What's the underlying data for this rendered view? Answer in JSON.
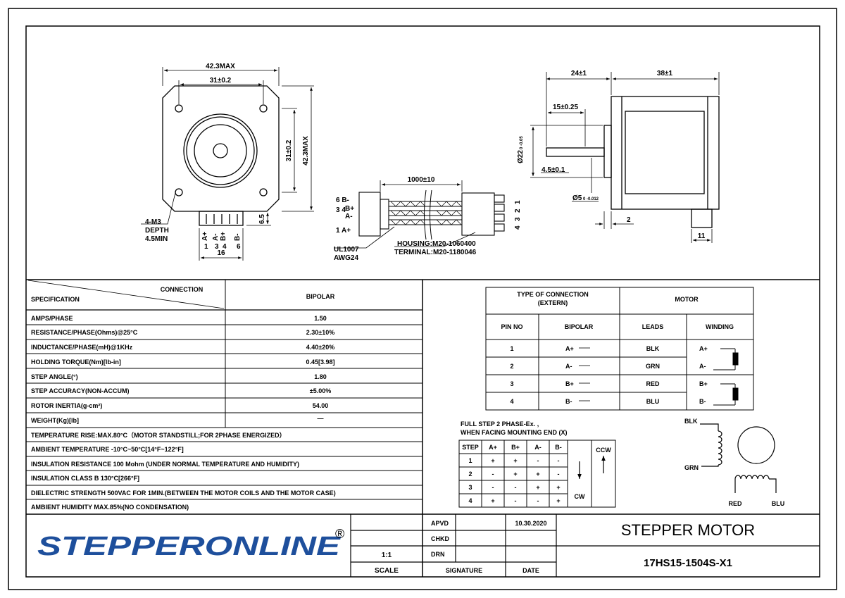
{
  "front_view": {
    "width_max": "42.3MAX",
    "hole_spacing": "31±0.2",
    "hole_spacing_v": "31±0.2",
    "height_max": "42.3MAX",
    "connector_offset": "6.5",
    "connector_width": "16",
    "connector_pins": [
      {
        "label": "A+",
        "num": "1"
      },
      {
        "label": "A-",
        "num": "3"
      },
      {
        "label": "B+",
        "num": "4"
      },
      {
        "label": "B-",
        "num": "6"
      }
    ],
    "screw_note": [
      "4-M3",
      "DEPTH",
      "4.5MIN"
    ]
  },
  "cable": {
    "length": "1000±10",
    "left_labels": [
      "6 B-",
      "3 4",
      "B+",
      "A-",
      "1 A+"
    ],
    "right_nums": [
      "1",
      "2",
      "3",
      "4"
    ],
    "wire_note": [
      "UL1007",
      "AWG24"
    ],
    "housing_note": "HOUSING:M20-1060400",
    "terminal_note": "TERMINAL:M20-1180046"
  },
  "side_view": {
    "shaft_total": "24±1",
    "body_length": "38±1",
    "flat_length": "15±0.25",
    "flat_depth": "4.5±0.1",
    "boss_dia": "Ø22",
    "boss_tol": "0 -0.05",
    "shaft_dia": "Ø5",
    "shaft_tol": "0 -0.012",
    "flange": "2",
    "connector_len": "11"
  },
  "spec_table": {
    "header_connection": "CONNECTION",
    "header_spec": "SPECIFICATION",
    "header_bipolar": "BIPOLAR",
    "rows": [
      {
        "name": "AMPS/PHASE",
        "value": "1.50"
      },
      {
        "name": "RESISTANCE/PHASE(Ohms)@25°C",
        "value": "2.30±10%"
      },
      {
        "name": "INDUCTANCE/PHASE(mH)@1KHz",
        "value": "4.40±20%"
      },
      {
        "name": "HOLDING TORQUE(Nm)[lb-in]",
        "value": "0.45[3.98]"
      },
      {
        "name": "STEP ANGLE(°)",
        "value": "1.80"
      },
      {
        "name": "STEP ACCURACY(NON-ACCUM)",
        "value": "±5.00%"
      },
      {
        "name": "ROTOR INERTIA(g-cm²)",
        "value": "54.00"
      },
      {
        "name": "WEIGHT(Kg)[lb]",
        "value": "—"
      }
    ],
    "notes": [
      "TEMPERATURE RISE:MAX.80°C（MOTOR STANDSTILL;FOR 2PHASE ENERGIZED）",
      "AMBIENT TEMPERATURE -10°C~50°C[14°F~122°F]",
      "INSULATION RESISTANCE 100 Mohm (UNDER NORMAL TEMPERATURE AND HUMIDITY)",
      "INSULATION CLASS B 130°C[266°F]",
      "DIELECTRIC STRENGTH 500VAC FOR 1MIN.(BETWEEN THE MOTOR COILS AND THE MOTOR CASE)",
      "AMBIENT HUMIDITY MAX.85%(NO CONDENSATION)"
    ]
  },
  "connection_table": {
    "type_header": "TYPE OF CONNECTION",
    "type_sub": "(EXTERN)",
    "motor_header": "MOTOR",
    "col_pin": "PIN NO",
    "col_bipolar": "BIPOLAR",
    "col_leads": "LEADS",
    "col_winding": "WINDING",
    "rows": [
      {
        "pin": "1",
        "bipolar": "A+",
        "lead": "BLK",
        "winding": "A+"
      },
      {
        "pin": "2",
        "bipolar": "A-",
        "lead": "GRN",
        "winding": "A-"
      },
      {
        "pin": "3",
        "bipolar": "B+",
        "lead": "RED",
        "winding": "B+"
      },
      {
        "pin": "4",
        "bipolar": "B-",
        "lead": "BLU",
        "winding": "B-"
      }
    ]
  },
  "step_table": {
    "title1": "FULL STEP  2 PHASE-Ex. ,",
    "title2": "WHEN FACING MOUNTING END (X)",
    "headers": [
      "STEP",
      "A+",
      "B+",
      "A-",
      "B-"
    ],
    "rows": [
      [
        "1",
        "+",
        "+",
        "-",
        "-"
      ],
      [
        "2",
        "-",
        "+",
        "+",
        "-"
      ],
      [
        "3",
        "-",
        "-",
        "+",
        "+"
      ],
      [
        "4",
        "+",
        "-",
        "-",
        "+"
      ]
    ],
    "ccw": "CCW",
    "cw": "CW"
  },
  "wiring": {
    "blk": "BLK",
    "grn": "GRN",
    "red": "RED",
    "blu": "BLU"
  },
  "title_block": {
    "brand": "STEPPERONLINE",
    "registered": "®",
    "scale_value": "1:1",
    "scale_label": "SCALE",
    "apvd": "APVD",
    "chkd": "CHKD",
    "drn": "DRN",
    "signature": "SIGNATURE",
    "date_label": "DATE",
    "date_value": "10.30.2020",
    "title": "STEPPER MOTOR",
    "part_no": "17HS15-1504S-X1"
  },
  "colors": {
    "brand": "#1e4f9c",
    "line": "#000000"
  }
}
